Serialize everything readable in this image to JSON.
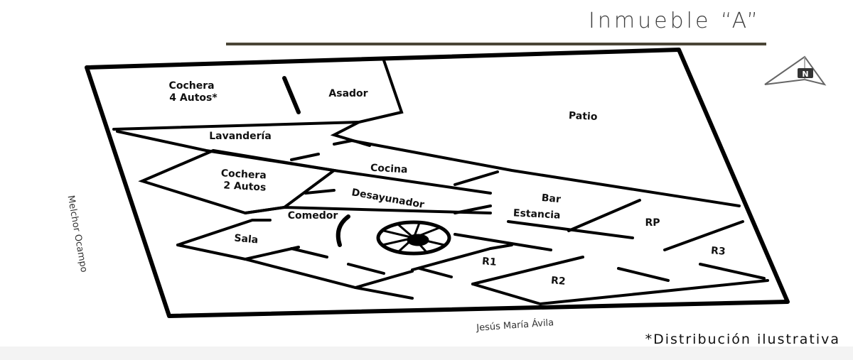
{
  "header": {
    "title": "Inmueble “A”"
  },
  "plan": {
    "rooms": {
      "cochera4": [
        "Cochera",
        "4 Autos*"
      ],
      "asador": "Asador",
      "patio": "Patio",
      "lavanderia": "Lavandería",
      "cocina": "Cocina",
      "cochera2": [
        "Cochera",
        "2 Autos"
      ],
      "desayunador": "Desayunador",
      "bar": "Bar",
      "comedor": "Comedor",
      "estancia": "Estancia",
      "rp": "RP",
      "sala": "Sala",
      "r3": "R3",
      "r1": "R1",
      "r2": "R2"
    },
    "streets": {
      "left": "Melchor Ocampo",
      "bottom": "Jesús María Ávila"
    },
    "compass": {
      "label": "N",
      "icon": "north-arrow-icon"
    }
  },
  "footer": {
    "note": "*Distribución ilustrativa"
  },
  "colors": {
    "rule": "#4a4536",
    "ink": "#111111"
  }
}
